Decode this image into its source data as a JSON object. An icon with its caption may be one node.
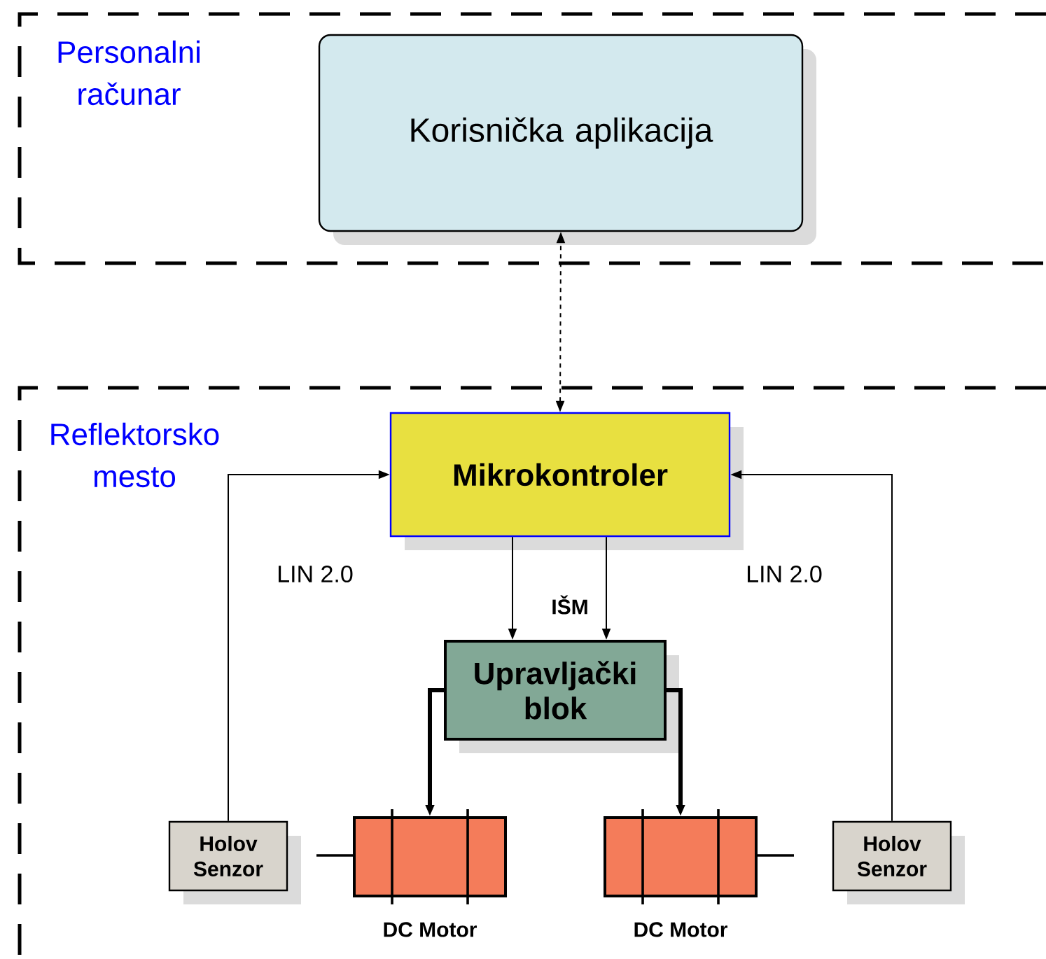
{
  "diagram": {
    "nodes": [
      {
        "text": [
          "Personalni računar"
        ]
      },
      {
        "text": [
          "Korisnička aplikacija"
        ],
        "in": 0
      },
      {
        "text": [
          "Reflektorsko mesto"
        ]
      },
      {
        "text": [
          "Mikrokontroler"
        ],
        "in": 2
      },
      {
        "text": [
          "Upravljački blok"
        ],
        "in": 2
      },
      {
        "text": [
          "Holov Senzor"
        ],
        "in": 2
      },
      {
        "text": [],
        "shape": "box",
        "beside": [
          "DC Motor"
        ],
        "in": 2
      },
      {
        "text": [],
        "shape": "box",
        "beside": [
          "DC Motor"
        ],
        "in": 2
      },
      {
        "text": [
          "Holov Senzor"
        ],
        "in": 2
      }
    ],
    "edges": [
      {
        "from": 3,
        "to": 1,
        "arrow": "both",
        "style": "dashed"
      },
      {
        "from": 5,
        "to": 3,
        "arrow": "to",
        "label": "LIN 2.0"
      },
      {
        "from": 8,
        "to": 3,
        "arrow": "to",
        "label": "LIN 2.0"
      },
      {
        "from": 3,
        "to": 4,
        "arrow": "to"
      },
      {
        "from": 3,
        "to": 4,
        "arrow": "to"
      },
      {
        "from": 4,
        "to": 6,
        "arrow": "to",
        "style": "thick"
      },
      {
        "from": 4,
        "to": 7,
        "arrow": "to",
        "style": "thick"
      }
    ],
    "labels": [
      "IŠM"
    ]
  }
}
